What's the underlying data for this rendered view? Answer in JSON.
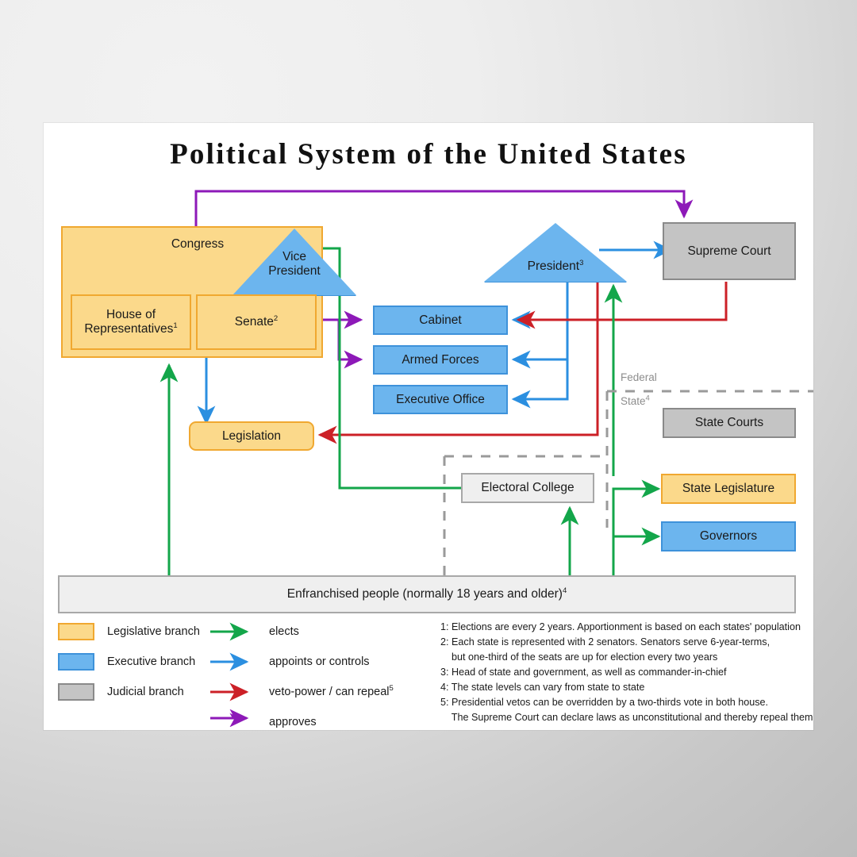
{
  "poster": {
    "title": "Political System of the United States"
  },
  "nodes": {
    "congress": "Congress",
    "vice_president_line1": "Vice",
    "vice_president_line2": "President",
    "house": "House of",
    "house_line2": "Representatives",
    "house_note": "1",
    "senate": "Senate",
    "senate_note": "2",
    "president": "President",
    "president_note": "3",
    "supreme_court": "Supreme Court",
    "cabinet": "Cabinet",
    "armed_forces": "Armed Forces",
    "executive_office": "Executive Office",
    "legislation": "Legislation",
    "state_courts": "State Courts",
    "electoral_college": "Electoral College",
    "state_legislature": "State Legislature",
    "governors": "Governors",
    "enfranchised": "Enfranchised people (normally 18 years and older)",
    "enfranchised_note": "4",
    "federal": "Federal",
    "state": "State",
    "state_note": "4"
  },
  "legend": {
    "branches": [
      {
        "label": "Legislative branch",
        "color": "#fbd98b",
        "border": "#f0a830"
      },
      {
        "label": "Executive branch",
        "color": "#6cb5ee",
        "border": "#3e92da"
      },
      {
        "label": "Judicial branch",
        "color": "#c4c4c4",
        "border": "#8a8a8a"
      }
    ],
    "arrows": [
      {
        "label": "elects",
        "color": "#13a64a",
        "note": ""
      },
      {
        "label": "appoints or controls",
        "color": "#2b8fe0",
        "note": ""
      },
      {
        "label": "veto-power / can repeal",
        "color": "#cc2027",
        "note": "5"
      },
      {
        "label": "approves",
        "color": "#8d19b8",
        "note": ""
      }
    ]
  },
  "footnotes": [
    "1: Elections are every 2 years. Apportionment is based on each states' population",
    "2: Each state is represented with 2 senators. Senators serve 6-year-terms,",
    "    but one-third of the seats are up for election every two years",
    "3: Head of state and government, as well as commander-in-chief",
    "4: The state levels can vary from state to state",
    "5: Presidential vetos can be overridden by a two-thirds vote in both house.",
    "    The Supreme Court can declare laws as unconstitutional and thereby repeal them"
  ],
  "colors": {
    "legislative": "#fbd98b",
    "executive": "#6cb5ee",
    "judicial": "#c4c4c4",
    "elects": "#13a64a",
    "appoints": "#2b8fe0",
    "veto": "#cc2027",
    "approves": "#8d19b8"
  }
}
